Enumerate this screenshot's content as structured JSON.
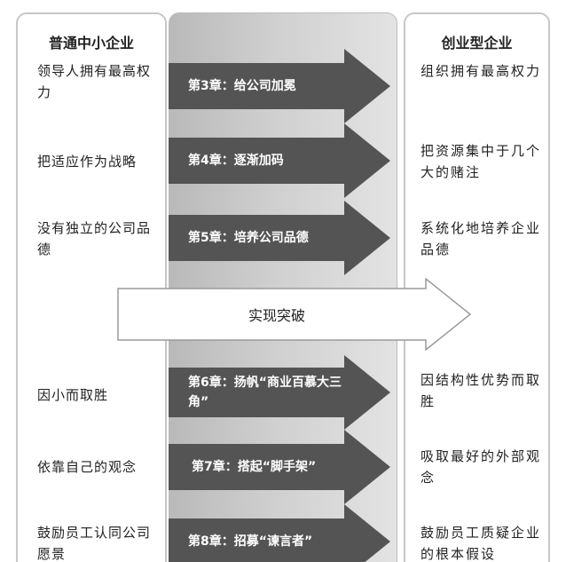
{
  "columns": {
    "left": {
      "title": "普通中小企业"
    },
    "right": {
      "title": "创业型企业"
    }
  },
  "rows": [
    {
      "left": "领导人拥有最高权力",
      "chapter": "第3章：给公司加冕",
      "right": "组织拥有最高权力"
    },
    {
      "left": "把适应作为战略",
      "chapter": "第4章：逐渐加码",
      "right": "把资源集中于几个大的赌注"
    },
    {
      "left": "没有独立的公司品德",
      "chapter": "第5章：培养公司品德",
      "right": "系统化地培养企业品德"
    },
    {
      "left": "因小而取胜",
      "chapter": "第6章：扬帆“商业百慕大三角”",
      "right": "因结构性优势而取胜"
    },
    {
      "left": "依靠自己的观念",
      "chapter": "第7章：搭起“脚手架”",
      "right": "吸取最好的外部观念"
    },
    {
      "left": "鼓励员工认同公司愿景",
      "chapter": "第8章：招募“谏言者”",
      "right": "鼓励员工质疑企业的根本假设"
    }
  ],
  "breakthrough": {
    "label": "实现突破"
  },
  "colors": {
    "arrow_dark": "#545454",
    "middle_column": "#cfcfcf",
    "border": "#c7c7c7"
  }
}
